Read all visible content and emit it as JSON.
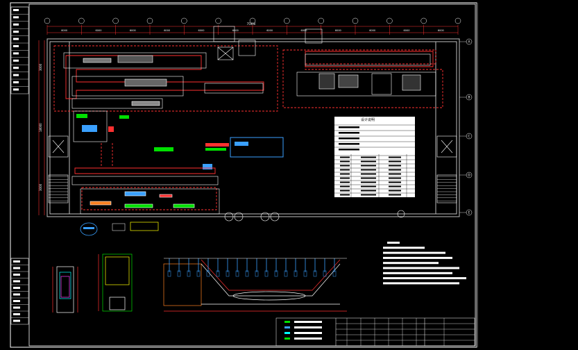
{
  "drawing": {
    "overall_dimension": "75000",
    "top_dimensions": [
      "6000",
      "6000",
      "6000",
      "6000",
      "6000",
      "6000",
      "6000",
      "6000",
      "6000",
      "6000",
      "6000",
      "6000"
    ],
    "grid_rows": [
      "A",
      "B",
      "C",
      "D",
      "E"
    ],
    "left_dimensions": [
      "3000",
      "18000",
      "3000"
    ]
  },
  "tables": {
    "design_title": "设计说明"
  },
  "colors": {
    "background": "#000000",
    "frame": "#ffffff",
    "conveyor": "#ff3030",
    "structure": "#bfbfbf",
    "highlight_blue": "#3aa0ff",
    "highlight_green": "#00e000",
    "accent_yellow": "#ffff00",
    "accent_cyan": "#00ffff",
    "accent_magenta": "#ff40ff"
  }
}
